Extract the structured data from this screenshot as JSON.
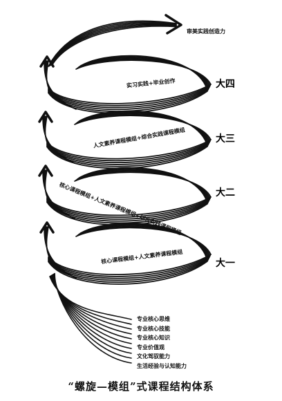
{
  "levels": [
    {
      "year": "大四",
      "course": "实习实践+毕业创作"
    },
    {
      "year": "大三",
      "course": "人文素养课程模组+综合实践课程模组"
    },
    {
      "year": "大二",
      "course": "核心课程模组+人文素养课程模组+综合实践课程模组"
    },
    {
      "year": "大一",
      "course": "核心课程模组+人文素养课程模组"
    }
  ],
  "top_goal": "审美实践创造力",
  "foundations": [
    "专业核心思维",
    "专业核心技能",
    "专业核心知识",
    "专业价值观",
    "文化驾驭能力",
    "生活经验与认知能力"
  ],
  "title": "“螺旋—模组”式课程结构体系",
  "colors": {
    "ink": "#111111",
    "background": "#ffffff"
  }
}
